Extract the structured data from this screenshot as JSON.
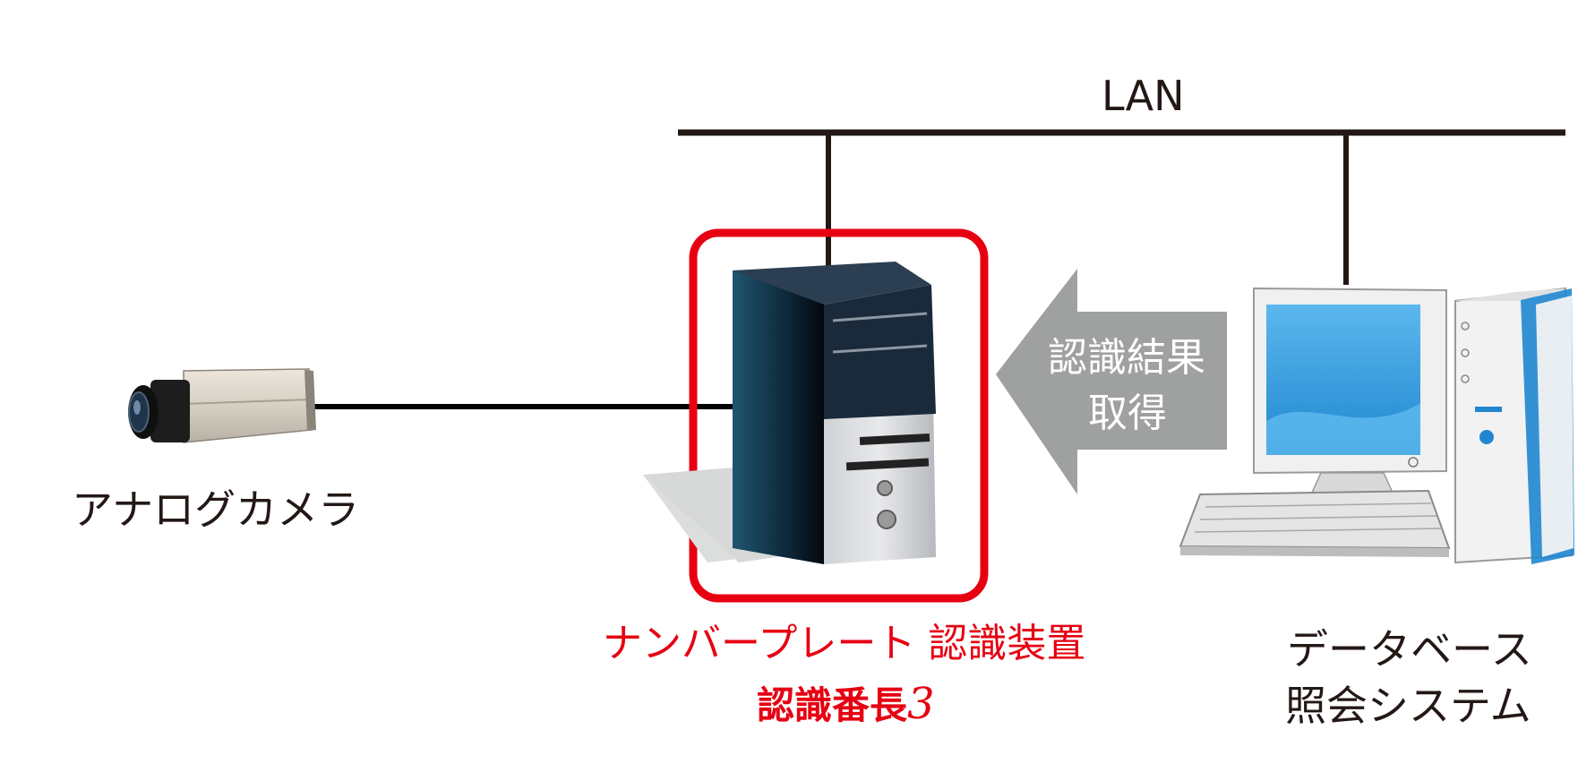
{
  "lan_label": "LAN",
  "camera": {
    "label": "アナログカメラ"
  },
  "arrow": {
    "label_line1": "認識結果",
    "label_line2": "取得"
  },
  "recognizer": {
    "label_line1": "ナンバープレート 認識装置",
    "label_line2_prefix": "認識番長",
    "label_line2_suffix": "3"
  },
  "database_system": {
    "label_line1": "データベース",
    "label_line2": "照会システム"
  },
  "colors": {
    "line": "#231815",
    "highlight": "#e60012",
    "arrow": "#9fa0a0",
    "monitor_screen": "#3ea0e0",
    "tower_dark": "#1c3548"
  },
  "icons": {
    "camera": "analog-camera-icon",
    "server": "server-tower-icon",
    "desktop": "desktop-computer-icon"
  }
}
